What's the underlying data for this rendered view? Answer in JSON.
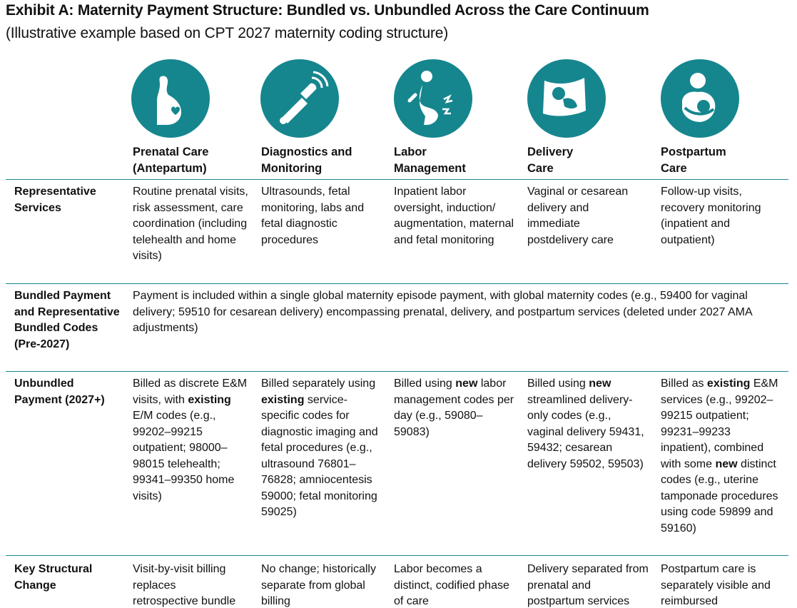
{
  "title": "Exhibit A: Maternity Payment Structure: Bundled vs. Unbundled Across the Care Continuum",
  "subtitle": "(Illustrative example based on CPT 2027 maternity coding structure)",
  "colors": {
    "accent": "#16868e",
    "text": "#111111"
  },
  "columns": [
    {
      "icon": "pregnant-heart-icon",
      "title": "Prenatal Care\n(Antepartum)"
    },
    {
      "icon": "ultrasound-probe-icon",
      "title": "Diagnostics and\nMonitoring"
    },
    {
      "icon": "labor-contraction-icon",
      "title": "Labor\nManagement"
    },
    {
      "icon": "delivery-baby-icon",
      "title": "Delivery\nCare"
    },
    {
      "icon": "breastfeeding-mother-icon",
      "title": "Postpartum\nCare"
    }
  ],
  "rows": [
    {
      "label": "Representative Services",
      "cells": [
        "Routine prenatal visits, risk assessment, care coordination (including telehealth and home visits)",
        "Ultrasounds, fetal monitoring, labs and fetal diagnostic procedures",
        "Inpatient labor oversight, induction/ augmentation, maternal and fetal monitoring",
        "Vaginal or cesarean delivery and immediate postdelivery care",
        "Follow-up visits, recovery monitoring (inpatient and outpatient)"
      ]
    },
    {
      "label": "Bundled Payment and Representative Bundled Codes (Pre-2027)",
      "merged": "Payment is included within a single global maternity episode payment, with global maternity codes (e.g., 59400 for vaginal delivery; 59510 for cesarean delivery) encompassing prenatal, delivery, and postpartum services (deleted under 2027 AMA adjustments)"
    },
    {
      "label": "Unbundled Payment (2027+)",
      "cells": [
        [
          "Billed as discrete E&M visits, with ",
          {
            "b": "existing"
          },
          " E/M codes (e.g., 99202–99215 outpatient; 98000–98015 telehealth; 99341–99350 home visits)"
        ],
        [
          "Billed separately using ",
          {
            "b": "existing"
          },
          " service-specific codes for diagnostic imaging and fetal procedures (e.g., ultrasound 76801–76828; amniocentesis 59000; fetal monitoring 59025)"
        ],
        [
          "Billed using ",
          {
            "b": "new"
          },
          " labor management codes per day (e.g., 59080–59083)"
        ],
        [
          "Billed using ",
          {
            "b": "new"
          },
          " streamlined delivery-only codes (e.g., vaginal delivery 59431, 59432; cesarean delivery 59502, 59503)"
        ],
        [
          "Billed as ",
          {
            "b": "existing"
          },
          " E&M services (e.g., 99202–99215 outpatient; 99231–99233 inpatient), combined with some ",
          {
            "b": "new"
          },
          " distinct codes (e.g., uterine tamponade procedures using code 59899 and 59160)"
        ]
      ]
    },
    {
      "label": "Key Structural Change",
      "cells": [
        "Visit-by-visit billing replaces retrospective bundle",
        "No change; historically separate from global billing",
        "Labor becomes a distinct, codified phase of care",
        "Delivery separated from prenatal and postpartum services",
        "Postpartum care is separately visible and reimbursed"
      ]
    }
  ]
}
